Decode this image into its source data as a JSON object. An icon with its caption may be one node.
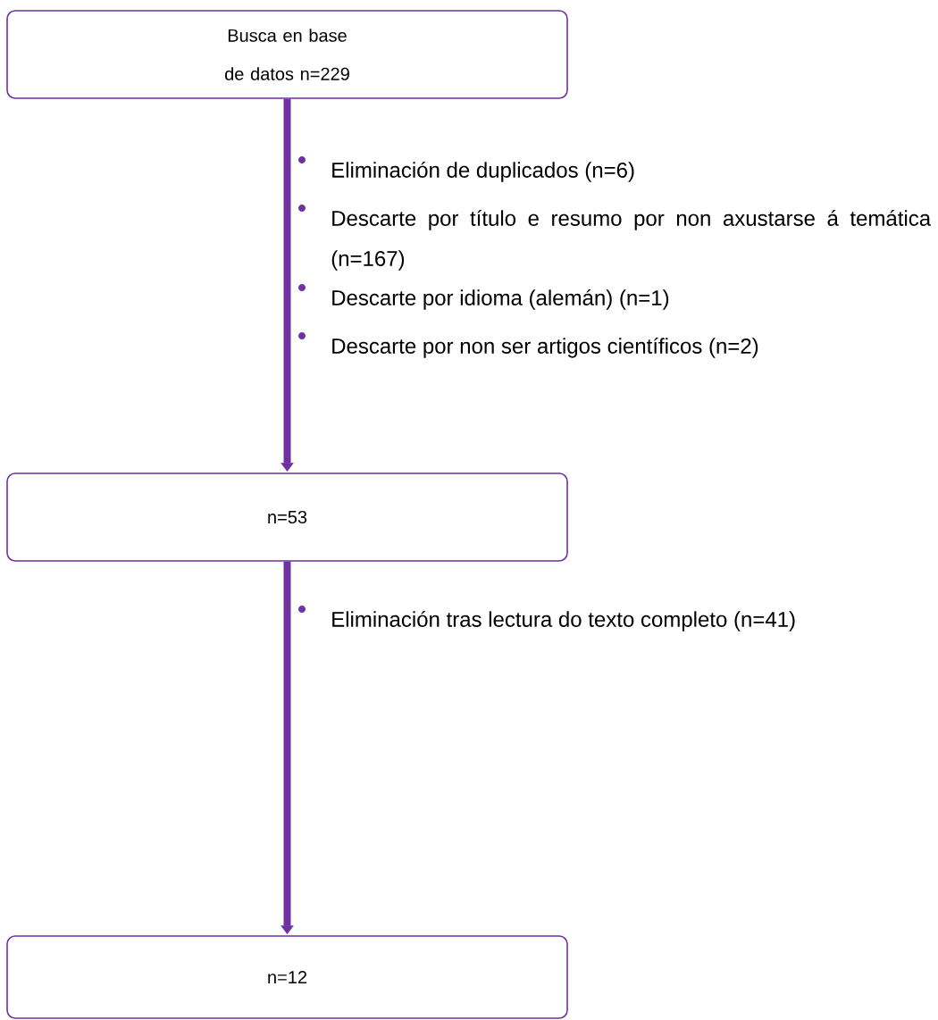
{
  "diagram": {
    "nodes": [
      {
        "text": [
          "Busca en base de datos n=229"
        ]
      },
      {
        "text": [
          "n=53"
        ]
      },
      {
        "text": [
          "n=12"
        ]
      }
    ],
    "edges": [
      {
        "from": 0,
        "to": 1,
        "arrow": "to"
      },
      {
        "from": 1,
        "to": 2,
        "arrow": "to"
      }
    ],
    "labels": [
      "Eliminación de duplicados (n=6)",
      "Descarte por título e resumo por non axustarse á temática (n=167)",
      "Descarte por idioma (alemán) (n=1)",
      "Descarte por non ser artigos científicos (n=2)",
      "Eliminación tras lectura do texto completo (n=41)"
    ]
  }
}
